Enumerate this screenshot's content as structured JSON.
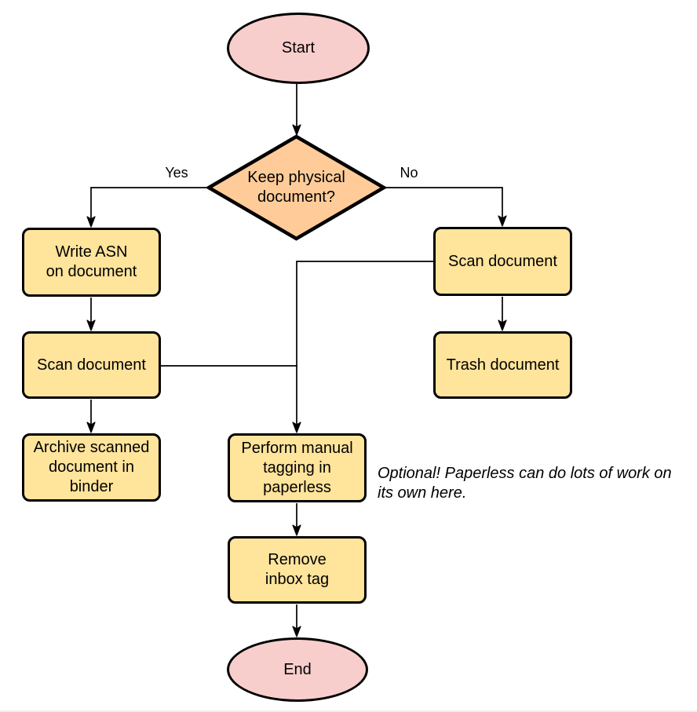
{
  "page": {
    "background": "#ffffff",
    "bottom_border_color": "#efecec"
  },
  "colors": {
    "terminal_fill": "#F8CECC",
    "decision_fill": "#FFCC99",
    "process_fill": "#FFE49C",
    "stroke": "#000000",
    "text": "#000000"
  },
  "nodes": {
    "start": {
      "label": "Start",
      "type": "terminal"
    },
    "decision": {
      "label": "Keep physical\ndocument?",
      "type": "decision"
    },
    "write_asn": {
      "label": "Write ASN\non document",
      "type": "process"
    },
    "scan_left": {
      "label": "Scan document",
      "type": "process"
    },
    "archive": {
      "label": "Archive scanned\ndocument in\nbinder",
      "type": "process"
    },
    "scan_right": {
      "label": "Scan document",
      "type": "process"
    },
    "trash": {
      "label": "Trash document",
      "type": "process"
    },
    "perform_tagging": {
      "label": "Perform manual\ntagging in\npaperless",
      "type": "process"
    },
    "remove_inbox": {
      "label": "Remove\ninbox tag",
      "type": "process"
    },
    "end": {
      "label": "End",
      "type": "terminal"
    }
  },
  "edge_labels": {
    "yes": "Yes",
    "no": "No"
  },
  "note": {
    "text": "Optional! Paperless can do lots of work on\nits own here."
  }
}
